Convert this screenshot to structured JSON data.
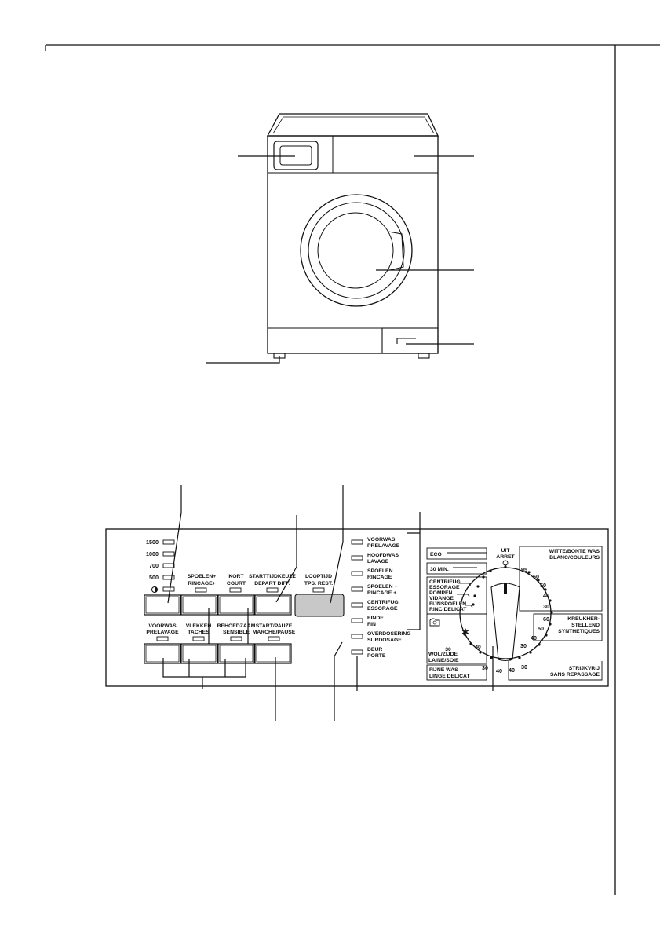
{
  "speed_labels": [
    "1500",
    "1000",
    "700",
    "500"
  ],
  "option_labels": {
    "rinse_plus": [
      "SPOELEN+",
      "RINCAGE+"
    ],
    "short": [
      "KORT",
      "COURT"
    ],
    "delay_start": [
      "STARTTIJDKEUZE",
      "DEPART DIFF."
    ],
    "time_left": [
      "LOOPTIJD",
      "TPS. REST."
    ],
    "prewash": [
      "VOORWAS",
      "PRELAVAGE"
    ],
    "stains": [
      "VLEKKEN",
      "TACHES"
    ],
    "gentle": [
      "BEHOEDZAAM",
      "SENSIBLE"
    ],
    "start_pause": [
      "START/PAUZE",
      "MARCHE/PAUSE"
    ]
  },
  "phase_labels": [
    [
      "VOORWAS",
      "PRELAVAGE"
    ],
    [
      "HOOFDWAS",
      "LAVAGE"
    ],
    [
      "SPOELEN",
      "RINCAGE"
    ],
    [
      "SPOELEN +",
      "RINCAGE +"
    ],
    [
      "CENTRIFUG.",
      "ESSORAGE"
    ],
    [
      "EINDE",
      "FIN"
    ],
    [
      "OVERDOSERING",
      "SURDOSAGE"
    ],
    [
      "DEUR",
      "PORTE"
    ]
  ],
  "dial": {
    "eco": "ECO",
    "min30": "30 MIN.",
    "spin_group": [
      "CENTRIFUG.",
      "ESSORAGE",
      "POMPEN",
      "VIDANGE",
      "FIJNSPOELEN",
      "RINC.DELICAT"
    ],
    "off": [
      "UIT",
      "ARRET"
    ],
    "cotton": [
      "WITTE/BONTE WAS",
      "BLANC/COULEURS"
    ],
    "cotton_temps": [
      "95",
      "60",
      "50",
      "40",
      "30"
    ],
    "synthetic": [
      "KREUKHER-",
      "STELLEND",
      "SYNTHETIQUES"
    ],
    "synthetic_temps": [
      "60",
      "50",
      "40",
      "30",
      "40"
    ],
    "wool": [
      "WOL/ZIJDE",
      "LAINE/SOIE"
    ],
    "wool_temps": [
      "30",
      "40"
    ],
    "cold": "∗",
    "delicate": [
      "FIJNE WAS",
      "LINGE DELICAT"
    ],
    "delicate_temps": [
      "30",
      "40"
    ],
    "noiron": [
      "STRIJKVRIJ",
      "SANS REPASSAGE"
    ],
    "noiron_temp": "30"
  },
  "colors": {
    "ink": "#111111",
    "display": "#c8c8c8",
    "led": "#aaaaaa",
    "panel": "#ffffff"
  }
}
